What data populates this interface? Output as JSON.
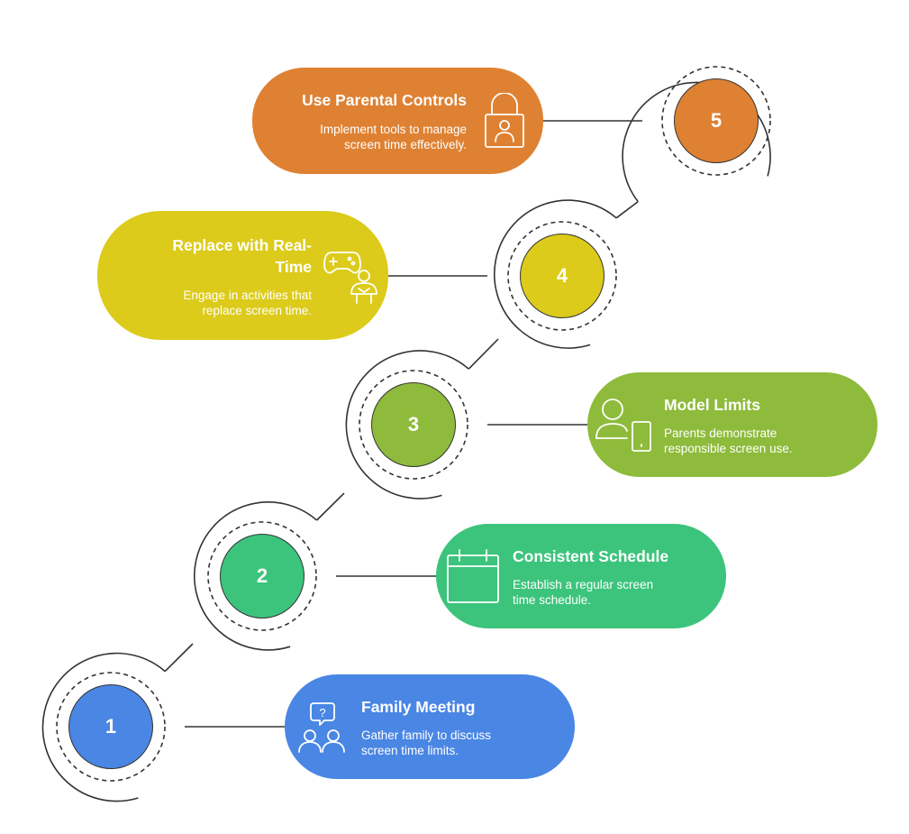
{
  "steps": [
    {
      "number": "1",
      "title": "Family Meeting",
      "desc_line1": "Gather family to discuss",
      "desc_line2": "screen time limits.",
      "color": "#4a86e4",
      "icon": "family-discussion-icon"
    },
    {
      "number": "2",
      "title": "Consistent Schedule",
      "desc_line1": "Establish a regular screen",
      "desc_line2": "time schedule.",
      "color": "#3cc47c",
      "icon": "calendar-icon"
    },
    {
      "number": "3",
      "title": "Model Limits",
      "desc_line1": "Parents demonstrate",
      "desc_line2": "responsible screen use.",
      "color": "#8ebb3b",
      "icon": "parent-with-phone-icon"
    },
    {
      "number": "4",
      "title_line1": "Replace with Real-",
      "title_line2": "Time",
      "desc_line1": "Engage in activities that",
      "desc_line2": "replace screen time.",
      "color": "#dccb1a",
      "icon": "gamepad-child-icon"
    },
    {
      "number": "5",
      "title": "Use Parental Controls",
      "desc_line1": "Implement tools to manage",
      "desc_line2": "screen time effectively.",
      "color": "#df8132",
      "icon": "lock-user-icon"
    }
  ]
}
